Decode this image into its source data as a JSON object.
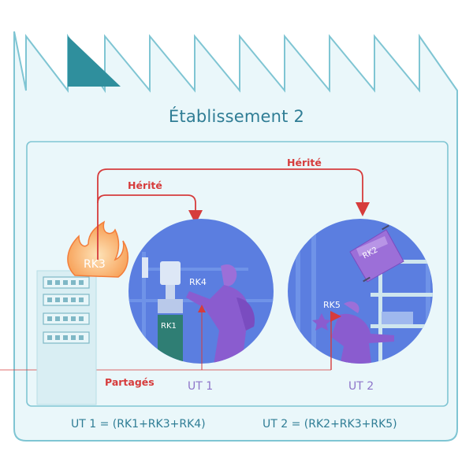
{
  "building": {
    "title": "Établissement 2"
  },
  "arrows": {
    "inherited_1": "Hérité",
    "inherited_2": "Hérité",
    "shared": "Partagés"
  },
  "risks": {
    "rk1": "RK1",
    "rk2": "RK2",
    "rk3": "RK3",
    "rk4": "RK4",
    "rk5": "RK5"
  },
  "units": {
    "ut1_label": "UT 1",
    "ut2_label": "UT 2",
    "ut1_formula": "UT 1 = (RK1+RK3+RK4)",
    "ut2_formula": "UT 2 = (RK2+RK3+RK5)"
  },
  "colors": {
    "outline": "#7fc5d3",
    "building_fill": "#eaf7fa",
    "teal_accent": "#2f8f9d",
    "arrow_red": "#d63c3c",
    "scene_blue": "#5b7ee0",
    "figure_purple": "#8a5ccf",
    "flame_orange": "#f7a25a"
  }
}
